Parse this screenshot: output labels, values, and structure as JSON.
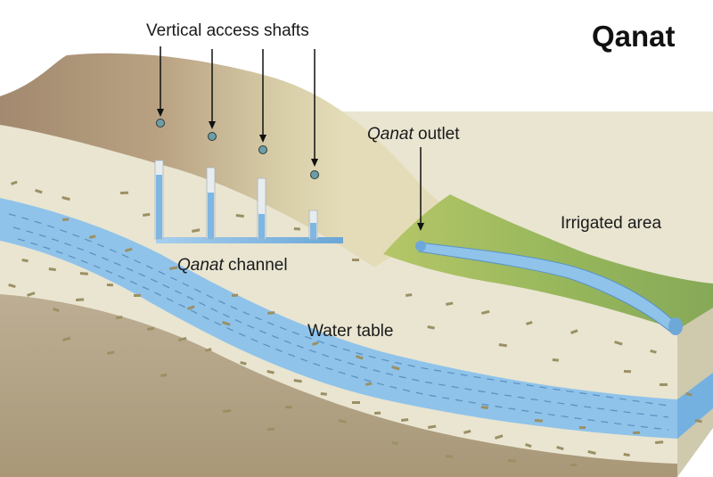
{
  "title": "Qanat",
  "labels": {
    "shafts": "Vertical access shafts",
    "outlet_italic": "Qanat",
    "outlet_rest": " outlet",
    "channel_italic": "Qanat",
    "channel_rest": " channel",
    "irrigated": "Irrigated area",
    "water_table": "Water table"
  },
  "colors": {
    "hill_brown": "#a48d74",
    "hill_light": "#dcd4b2",
    "soil_cream": "#e8e4d0",
    "bedrock": "#b4a58c",
    "water": "#8ec3e8",
    "water_dark": "#5f9fd0",
    "green": "#8fb05a",
    "green_light": "#b7c86a",
    "pebbles": "#9a8f63"
  }
}
